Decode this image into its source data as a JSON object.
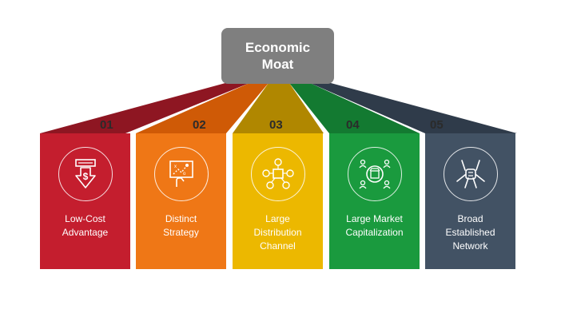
{
  "title": {
    "line1": "Economic",
    "line2": "Moat"
  },
  "items": [
    {
      "number": "01",
      "line1": "Low-Cost",
      "line2": "Advantage",
      "line3": "",
      "color": "#c41e2e",
      "roof": "#8e1622",
      "icon": "dollar-down-icon"
    },
    {
      "number": "02",
      "line1": "Distinct",
      "line2": "Strategy",
      "line3": "",
      "color": "#ef7716",
      "roof": "#cf5a06",
      "icon": "strategy-board-icon"
    },
    {
      "number": "03",
      "line1": "Large",
      "line2": "Distribution",
      "line3": "Channel",
      "color": "#ecb800",
      "roof": "#b08700",
      "icon": "distribution-network-icon"
    },
    {
      "number": "04",
      "line1": "Large Market",
      "line2": "Capitalization",
      "line3": "",
      "color": "#1a9a3e",
      "roof": "#137a31",
      "icon": "market-store-icon"
    },
    {
      "number": "05",
      "line1": "Broad",
      "line2": "Established",
      "line3": "Network",
      "color": "#425264",
      "roof": "#2f3b4a",
      "icon": "handshake-network-icon"
    }
  ]
}
